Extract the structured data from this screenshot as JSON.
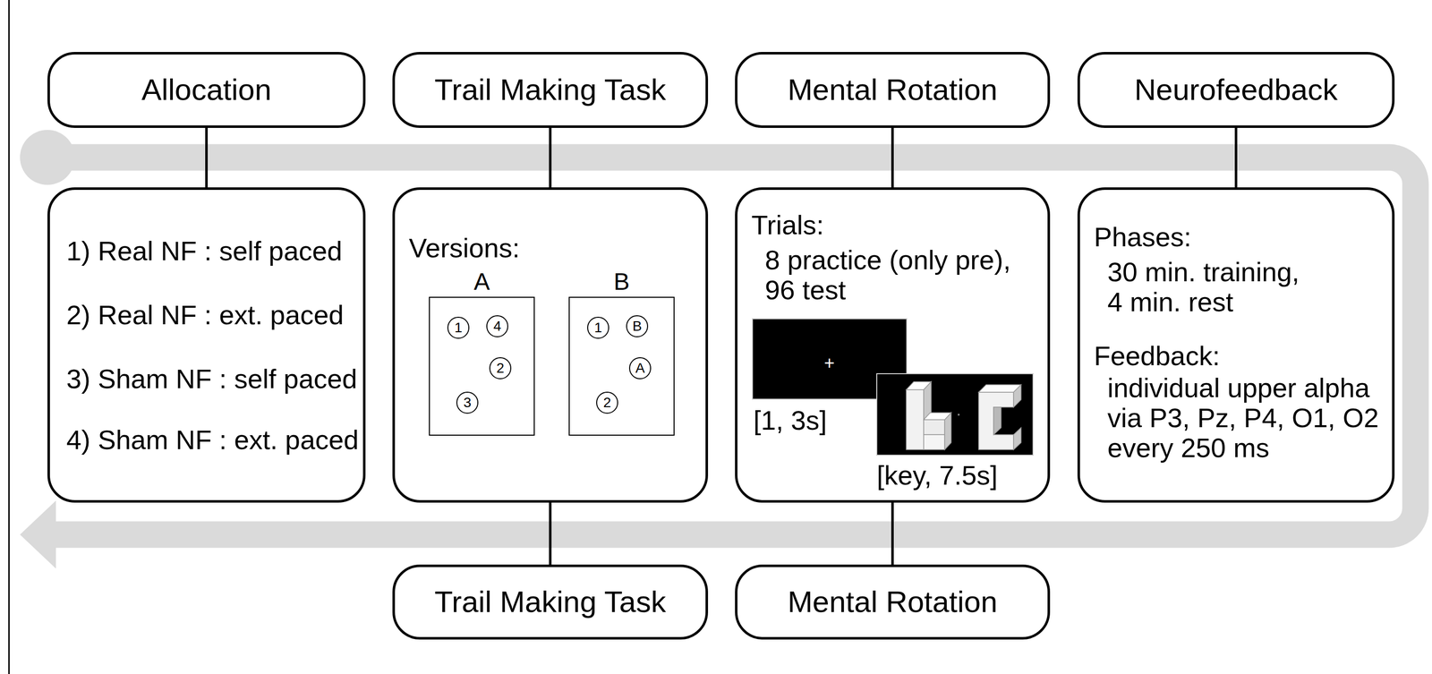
{
  "diagram": {
    "nodes": [
      {
        "text": [
          "Allocation"
        ]
      },
      {
        "text": [
          "1) Real NF : self paced",
          "2) Real NF : ext. paced",
          "3) Sham NF : self paced",
          "4) Sham NF : ext. paced"
        ]
      },
      {
        "text": [
          "Trail Making Task"
        ]
      },
      {
        "text": [
          "Versions:"
        ]
      },
      {
        "text": [
          "A"
        ],
        "in": 3
      },
      {
        "text": [
          "1"
        ],
        "in": 4
      },
      {
        "text": [
          "4"
        ],
        "in": 4
      },
      {
        "text": [
          "2"
        ],
        "in": 4
      },
      {
        "text": [
          "3"
        ],
        "in": 4
      },
      {
        "text": [
          "B"
        ],
        "in": 3
      },
      {
        "text": [
          "1"
        ],
        "in": 9
      },
      {
        "text": [
          "B"
        ],
        "in": 9
      },
      {
        "text": [
          "A"
        ],
        "in": 9
      },
      {
        "text": [
          "2"
        ],
        "in": 9
      },
      {
        "text": [
          "Mental Rotation"
        ]
      },
      {
        "text": [
          "Trials:",
          "8 practice (only pre), 96 test"
        ]
      },
      {
        "text": [
          "Neurofeedback"
        ]
      },
      {
        "text": [
          "Phases:",
          "30 min. training, 4 min. rest",
          "Feedback:",
          "individual upper alpha via P3, Pz, P4, O1, O2 every 250 ms"
        ]
      },
      {
        "text": [
          "Trail Making Task"
        ]
      },
      {
        "text": [
          "Mental Rotation"
        ]
      }
    ],
    "edges": [
      {
        "from": 0,
        "to": 1,
        "arrow": "none"
      },
      {
        "from": 2,
        "to": 3,
        "arrow": "none"
      },
      {
        "from": 3,
        "to": 18,
        "arrow": "none"
      },
      {
        "from": 14,
        "to": 15,
        "arrow": "none"
      },
      {
        "from": 15,
        "to": 19,
        "arrow": "none"
      },
      {
        "from": 16,
        "to": 17,
        "arrow": "none"
      }
    ],
    "labels": [
      "+",
      "[1, 3s]",
      "[key, 7.5s]"
    ]
  }
}
